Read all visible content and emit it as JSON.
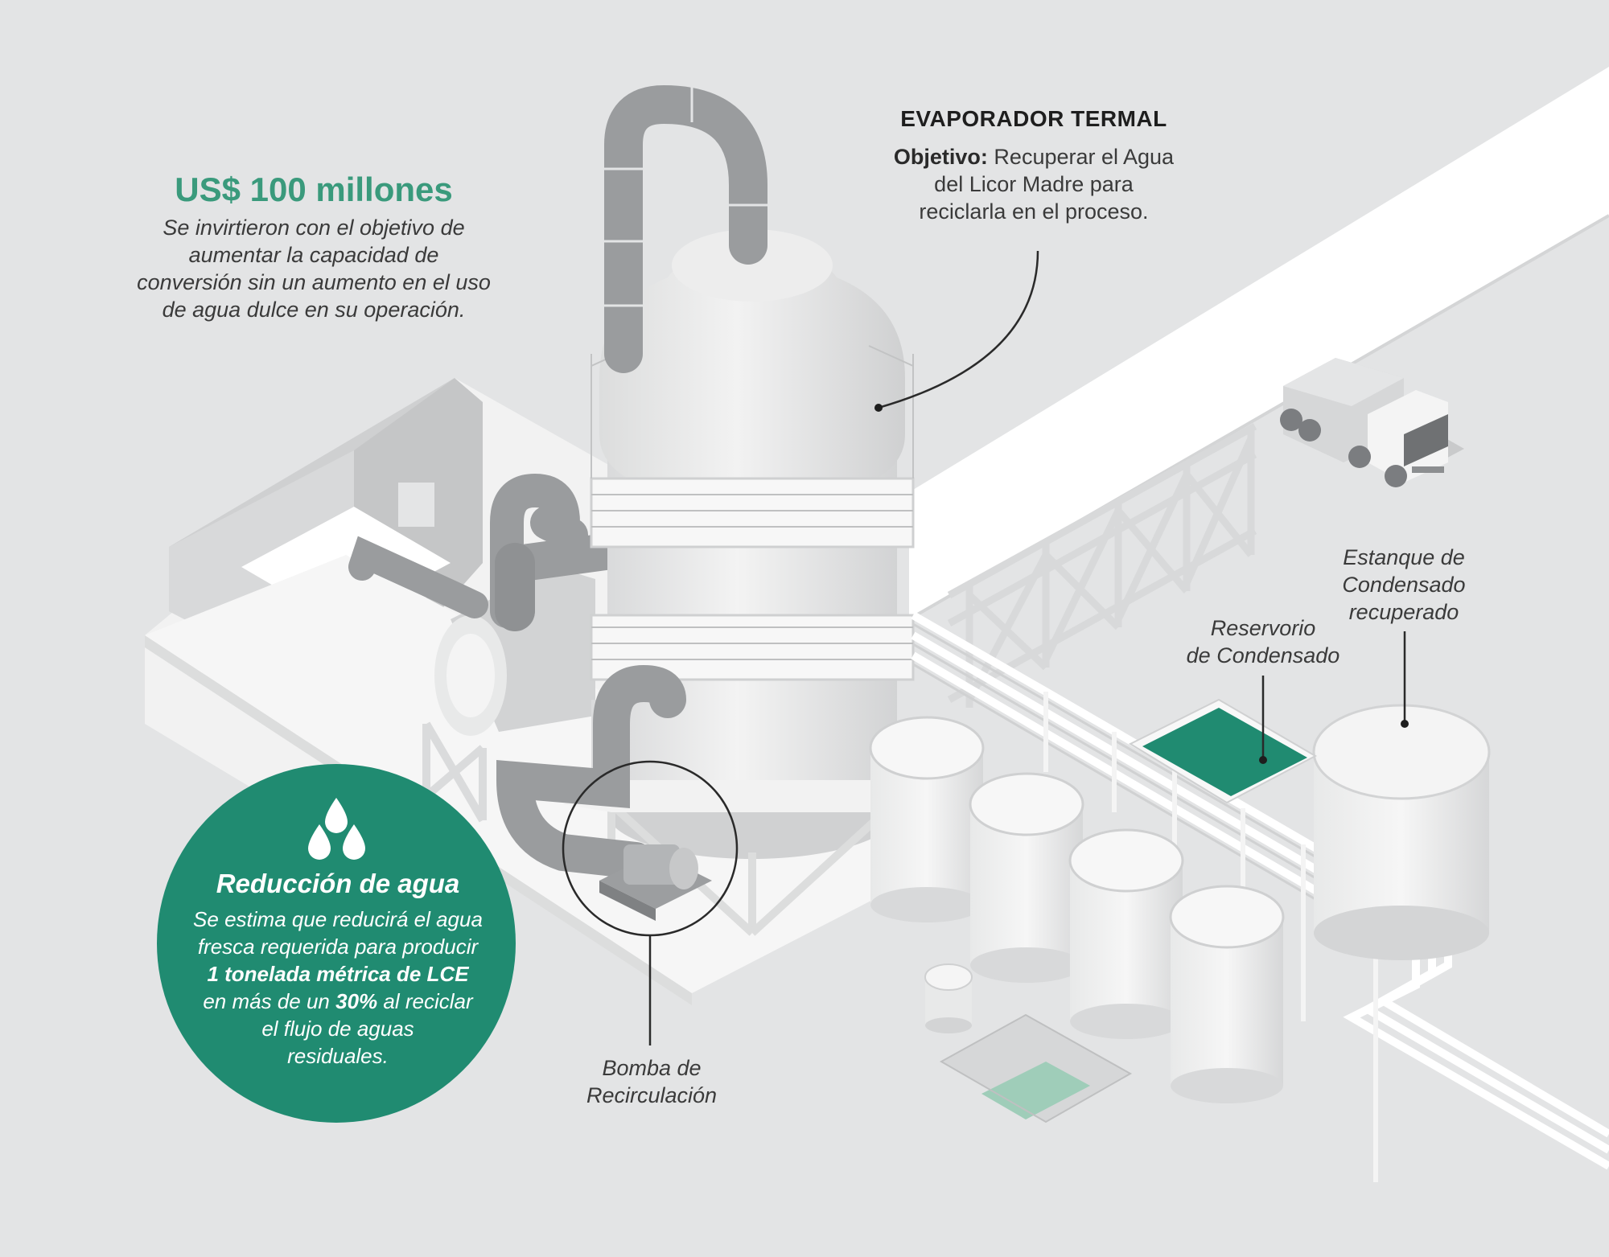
{
  "investment": {
    "amount": "US$ 100 millones",
    "lines": [
      "Se invirtieron con el objetivo de",
      "aumentar la capacidad de",
      "conversión sin un aumento en el uso",
      "de agua dulce en su operación."
    ]
  },
  "evaporator": {
    "title": "EVAPORADOR TERMAL",
    "objective_label": "Objetivo:",
    "objective_line1": " Recuperar el Agua",
    "objective_line2": "del Licor Madre para",
    "objective_line3": "reciclarla en el proceso."
  },
  "labels": {
    "estanque": [
      "Estanque de",
      "Condensado",
      "recuperado"
    ],
    "reservorio": [
      "Reservorio",
      "de Condensado"
    ],
    "bomba": [
      "Bomba de",
      "Recirculación"
    ]
  },
  "water_reduction": {
    "title": "Reducción de agua",
    "line1": "Se estima que reducirá el agua",
    "line2": "fresca requerida para producir",
    "line3_bold": "1 tonelada métrica de LCE",
    "line4_pre": "en más de un ",
    "line4_bold": "30%",
    "line4_post": " al reciclar",
    "line5": "el flujo de aguas",
    "line6": "residuales."
  },
  "colors": {
    "background": "#e3e4e5",
    "accent_green": "#208b71",
    "title_green": "#3a9a7c",
    "light_green": "#9fcdb9"
  }
}
